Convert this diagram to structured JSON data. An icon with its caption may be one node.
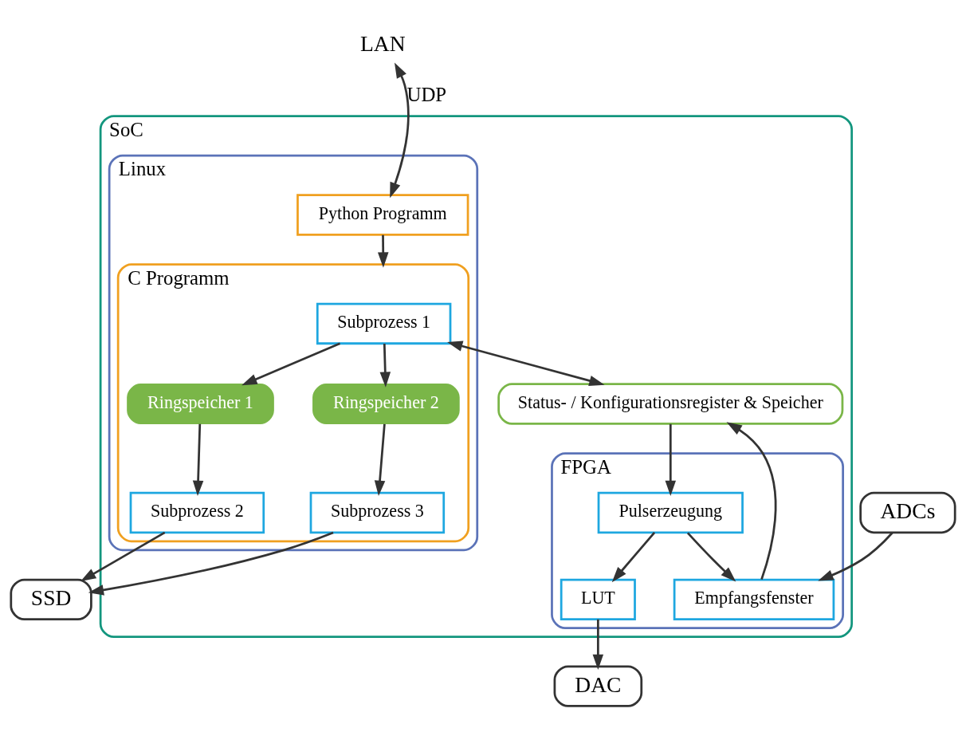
{
  "diagram": {
    "nodes": [
      {
        "text": [
          "LAN"
        ]
      },
      {
        "text": [
          "SoC"
        ]
      },
      {
        "text": [
          "Linux"
        ],
        "in": 1
      },
      {
        "text": [
          "Python Programm"
        ],
        "in": 2
      },
      {
        "text": [
          "C Programm"
        ],
        "in": 2
      },
      {
        "text": [
          "Subprozess 1"
        ],
        "in": 4
      },
      {
        "text": [
          "Ringspeicher 1"
        ],
        "in": 4
      },
      {
        "text": [
          "Ringspeicher 2"
        ],
        "in": 4
      },
      {
        "text": [
          "Subprozess 2"
        ],
        "in": 4
      },
      {
        "text": [
          "Subprozess 3"
        ],
        "in": 4
      },
      {
        "text": [
          "Status- / Konfigurationsregister & Speicher"
        ],
        "in": 1
      },
      {
        "text": [
          "FPGA"
        ],
        "in": 1
      },
      {
        "text": [
          "Pulserzeugung"
        ],
        "in": 11
      },
      {
        "text": [
          "LUT"
        ],
        "in": 11
      },
      {
        "text": [
          "Empfangsfenster"
        ],
        "in": 11
      },
      {
        "text": [
          "DAC"
        ]
      },
      {
        "text": [
          "ADCs"
        ]
      },
      {
        "text": [
          "SSD"
        ]
      }
    ],
    "edges": [
      {
        "from": 3,
        "to": 0,
        "arrow": "both",
        "label": "UDP"
      },
      {
        "from": 3,
        "to": 4,
        "arrow": "to"
      },
      {
        "from": 5,
        "to": 6,
        "arrow": "to"
      },
      {
        "from": 5,
        "to": 7,
        "arrow": "to"
      },
      {
        "from": 6,
        "to": 8,
        "arrow": "to"
      },
      {
        "from": 7,
        "to": 9,
        "arrow": "to"
      },
      {
        "from": 8,
        "to": 17,
        "arrow": "to"
      },
      {
        "from": 9,
        "to": 17,
        "arrow": "to"
      },
      {
        "from": 5,
        "to": 10,
        "arrow": "both"
      },
      {
        "from": 10,
        "to": 12,
        "arrow": "to"
      },
      {
        "from": 12,
        "to": 13,
        "arrow": "to"
      },
      {
        "from": 12,
        "to": 14,
        "arrow": "to"
      },
      {
        "from": 13,
        "to": 15,
        "arrow": "to"
      },
      {
        "from": 16,
        "to": 14,
        "arrow": "to"
      },
      {
        "from": 14,
        "to": 10,
        "arrow": "to"
      }
    ]
  }
}
